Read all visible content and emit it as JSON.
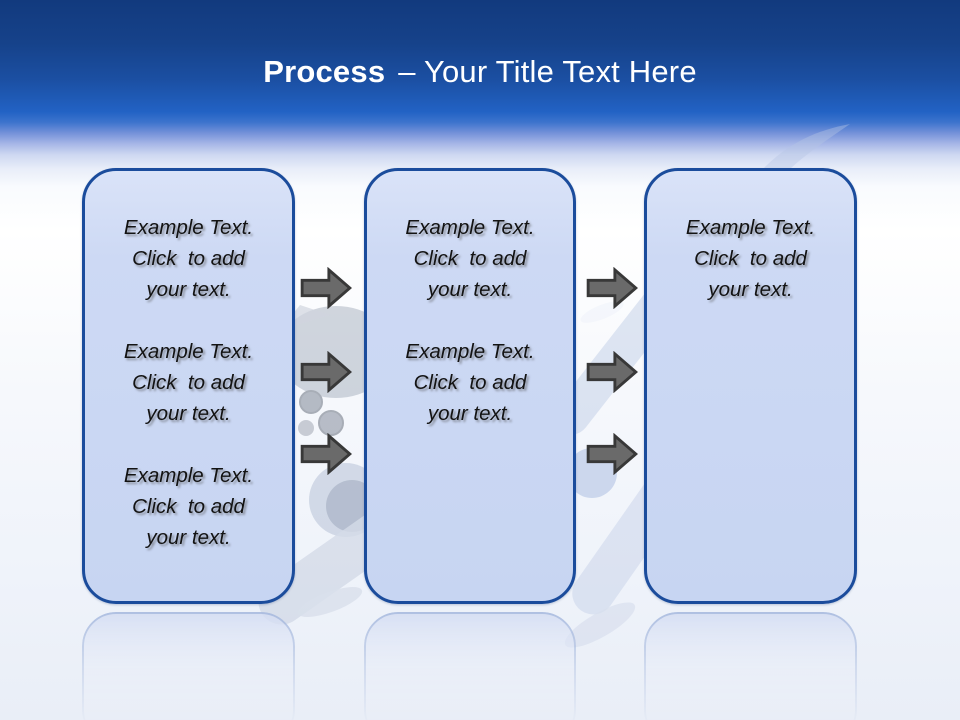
{
  "slide": {
    "title": {
      "keyword": "Process",
      "rest": "– Your Title Text Here"
    },
    "boxes": [
      {
        "paragraphs": [
          "Example Text.\nClick  to add\nyour text.",
          "Example Text.\nClick  to add\nyour text.",
          "Example Text.\nClick  to add\nyour text."
        ]
      },
      {
        "paragraphs": [
          "Example Text.\nClick  to add\nyour text.",
          "Example Text.\nClick  to add\nyour text."
        ]
      },
      {
        "paragraphs": [
          "Example Text.\nClick  to add\nyour text."
        ]
      }
    ],
    "icons": {
      "arrow": "right-block-arrow",
      "background": "faded-airplane-photo"
    },
    "colors": {
      "header_blue_top": "#123a7e",
      "header_blue_bottom": "#2263c6",
      "box_fill": "#cdd9f4",
      "box_border": "#1b4c9c",
      "arrow_fill": "#6a6a6a",
      "arrow_outline": "#383838",
      "title_text": "#ffffff",
      "body_text": "#131313"
    }
  }
}
